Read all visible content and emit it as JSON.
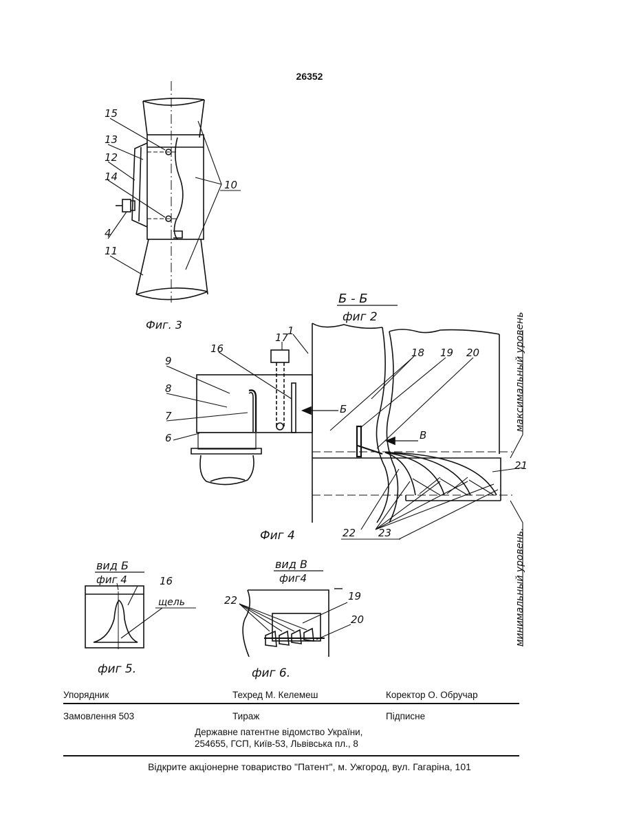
{
  "page_number": "26352",
  "figures": {
    "fig3": {
      "caption": "Фиг. 3",
      "labels": [
        "15",
        "13",
        "12",
        "14",
        "4",
        "11",
        "10"
      ]
    },
    "fig4": {
      "caption": "Фиг 4",
      "section": "Б - Б",
      "section_ref": "фиг 2",
      "labels": [
        "1",
        "17",
        "16",
        "9",
        "8",
        "7",
        "6",
        "Б",
        "18",
        "19",
        "20",
        "В",
        "21",
        "22",
        "23"
      ],
      "max_level": "максимальный уровень",
      "min_level": "минимальный уровень."
    },
    "fig5": {
      "view": "вид Б",
      "view_ref": "фиг 4",
      "caption": "фиг 5.",
      "labels": [
        "16",
        "щель"
      ]
    },
    "fig6": {
      "view": "вид В",
      "view_ref": "фиг4",
      "caption": "фиг 6.",
      "labels": [
        "22",
        "19",
        "20"
      ]
    }
  },
  "footer": {
    "compiler": "Упорядник",
    "techred": "Техред М. Келемеш",
    "corrector": "Коректор О. Обручар",
    "order": "Замовлення 503",
    "circulation": "Тираж",
    "subscription": "Підписне",
    "office_line1": "Державне патентне відомство України,",
    "office_line2": "254655, ГСП, Київ-53, Львівська пл., 8",
    "publisher": "Відкрите акціонерне товариство \"Патент\", м. Ужгород, вул. Гагаріна, 101"
  }
}
